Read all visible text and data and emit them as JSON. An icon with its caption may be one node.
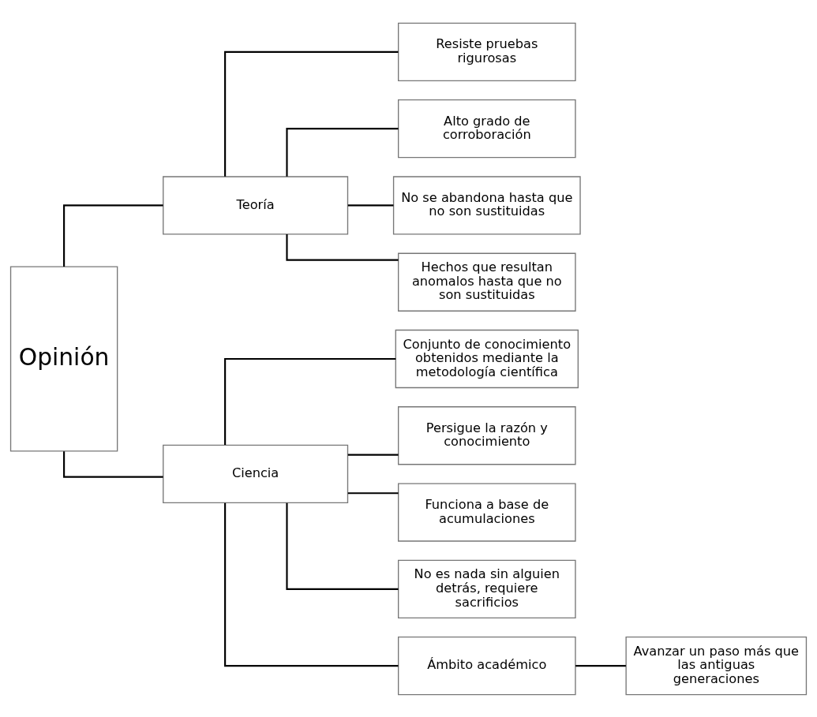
{
  "diagram": {
    "nodes": [
      {
        "text": [
          "Opinión"
        ]
      },
      {
        "text": [
          "Teoría"
        ]
      },
      {
        "text": [
          "Resiste pruebas rigurosas"
        ]
      },
      {
        "text": [
          "Alto grado de corroboración"
        ]
      },
      {
        "text": [
          "No se abandona hasta que no son sustituidas"
        ]
      },
      {
        "text": [
          "Hechos que resultan anomalos hasta que no son sustituidas"
        ]
      },
      {
        "text": [
          "Ciencia"
        ]
      },
      {
        "text": [
          "Conjunto de conocimiento obtenidos mediante la metodología científica"
        ]
      },
      {
        "text": [
          "Persigue la razón y conocimiento"
        ]
      },
      {
        "text": [
          "Funciona a base de acumulaciones"
        ]
      },
      {
        "text": [
          "No es nada sin alguien detrás, requiere sacrificios"
        ]
      },
      {
        "text": [
          "Ámbito académico"
        ]
      },
      {
        "text": [
          "Avanzar un paso más que las antiguas generaciones"
        ]
      }
    ],
    "edges": [
      {
        "from": 0,
        "to": 1,
        "arrow": "none"
      },
      {
        "from": 0,
        "to": 6,
        "arrow": "none"
      },
      {
        "from": 1,
        "to": 2,
        "arrow": "none"
      },
      {
        "from": 1,
        "to": 3,
        "arrow": "none"
      },
      {
        "from": 1,
        "to": 4,
        "arrow": "none"
      },
      {
        "from": 1,
        "to": 5,
        "arrow": "none"
      },
      {
        "from": 6,
        "to": 7,
        "arrow": "none"
      },
      {
        "from": 6,
        "to": 8,
        "arrow": "none"
      },
      {
        "from": 6,
        "to": 9,
        "arrow": "none"
      },
      {
        "from": 6,
        "to": 10,
        "arrow": "none"
      },
      {
        "from": 6,
        "to": 11,
        "arrow": "none"
      },
      {
        "from": 11,
        "to": 12,
        "arrow": "none"
      }
    ]
  }
}
